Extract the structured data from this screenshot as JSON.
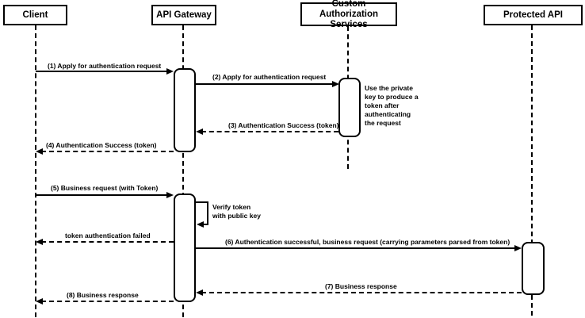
{
  "diagram_type": "sequence-diagram",
  "colors": {
    "line": "#000000",
    "background": "#ffffff",
    "text": "#000000"
  },
  "participants": [
    {
      "label": "Client"
    },
    {
      "label": "API Gateway"
    },
    {
      "label": "Custom Authorization Services"
    },
    {
      "label": "Protected API"
    }
  ],
  "messages": [
    {
      "label": "(1) Apply for authentication request",
      "from": "Client",
      "to": "API Gateway",
      "style": "solid"
    },
    {
      "label": "(2) Apply for authentication request",
      "from": "API Gateway",
      "to": "Custom Authorization Services",
      "style": "solid"
    },
    {
      "label": "(3) Authentication Success (token)",
      "from": "Custom Authorization Services",
      "to": "API Gateway",
      "style": "dashed"
    },
    {
      "label": "(4) Authentication Success (token)",
      "from": "API Gateway",
      "to": "Client",
      "style": "dashed"
    },
    {
      "label": "(5) Business request (with Token)",
      "from": "Client",
      "to": "API Gateway",
      "style": "solid"
    },
    {
      "label": "token authentication failed",
      "from": "API Gateway",
      "to": "Client",
      "style": "dashed"
    },
    {
      "label": "(6) Authentication successful, business request (carrying parameters parsed from token)",
      "from": "API Gateway",
      "to": "Protected API",
      "style": "solid"
    },
    {
      "label": "(7) Business response",
      "from": "Protected API",
      "to": "API Gateway",
      "style": "dashed"
    },
    {
      "label": "(8) Business response",
      "from": "API Gateway",
      "to": "Client",
      "style": "dashed"
    }
  ],
  "self_message": {
    "participant": "API Gateway",
    "line1": "Verify token",
    "line2": "with public key"
  },
  "note": {
    "participant": "Custom Authorization Services",
    "lines": [
      "Use the private",
      "key to produce a",
      "token after",
      "authenticating",
      "the request"
    ]
  }
}
